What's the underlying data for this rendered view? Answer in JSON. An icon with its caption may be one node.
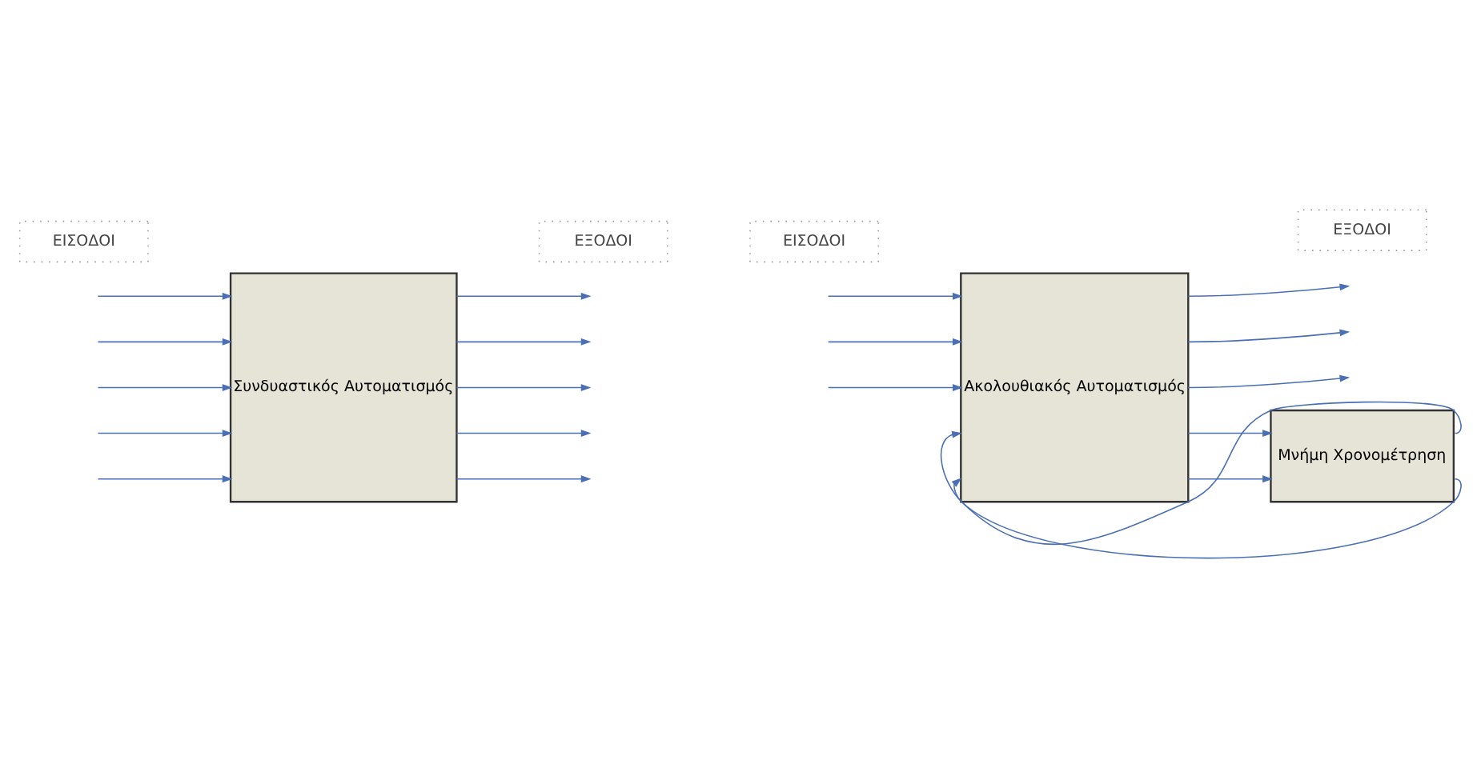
{
  "diagram": {
    "nodes": [
      {
        "text": [
          "ΕΙΣΟΔΟΙ"
        ]
      },
      {
        "text": [
          "ΕΞΟΔΟΙ"
        ]
      },
      {
        "text": [
          "Συνδυαστικός Αυτοματισμός"
        ]
      },
      {
        "text": [
          "ΕΙΣΟΔΟΙ"
        ]
      },
      {
        "text": [
          "ΕΞΟΔΟΙ"
        ]
      },
      {
        "text": [
          "Ακολουθιακός Αυτοματισμός"
        ]
      },
      {
        "text": [
          "Μνήμη Χρονομέτρηση"
        ]
      }
    ],
    "edges": [
      {
        "from": 2,
        "to": null,
        "arrow": "to"
      },
      {
        "from": 2,
        "to": null,
        "arrow": "to"
      },
      {
        "from": 2,
        "to": null,
        "arrow": "to"
      },
      {
        "from": 2,
        "to": null,
        "arrow": "to"
      },
      {
        "from": 2,
        "to": null,
        "arrow": "to"
      },
      {
        "from": null,
        "to": 2,
        "arrow": "to"
      },
      {
        "from": null,
        "to": 2,
        "arrow": "to"
      },
      {
        "from": null,
        "to": 2,
        "arrow": "to"
      },
      {
        "from": null,
        "to": 2,
        "arrow": "to"
      },
      {
        "from": null,
        "to": 2,
        "arrow": "to"
      },
      {
        "from": 5,
        "to": null,
        "arrow": "to"
      },
      {
        "from": 5,
        "to": null,
        "arrow": "to"
      },
      {
        "from": 5,
        "to": null,
        "arrow": "to"
      },
      {
        "from": null,
        "to": 5,
        "arrow": "to"
      },
      {
        "from": null,
        "to": 5,
        "arrow": "to"
      },
      {
        "from": null,
        "to": 5,
        "arrow": "to"
      },
      {
        "from": 5,
        "to": 6,
        "arrow": "to"
      },
      {
        "from": 5,
        "to": 6,
        "arrow": "to"
      },
      {
        "from": 6,
        "to": 5,
        "arrow": "to"
      },
      {
        "from": 6,
        "to": 5,
        "arrow": "to"
      }
    ]
  }
}
